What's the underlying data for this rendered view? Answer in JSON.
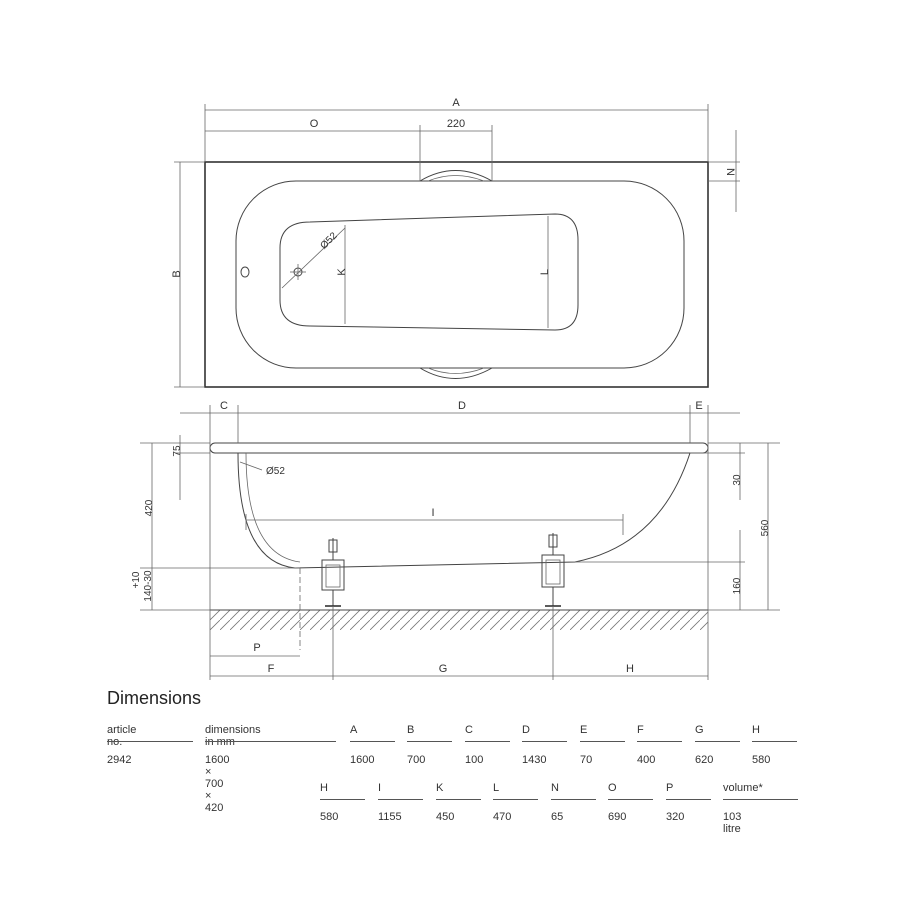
{
  "drawing": {
    "top_view": {
      "A": "A",
      "O": "O",
      "dim_220": "220",
      "B": "B",
      "N": "N",
      "K": "K",
      "L": "L",
      "diam": "Ø52"
    },
    "side_view": {
      "C": "C",
      "D": "D",
      "E": "E",
      "I": "I",
      "dim_75": "75",
      "dim_420": "420",
      "tol": "+10",
      "dim_140": "140-30",
      "dim_30": "30",
      "dim_560": "560",
      "dim_160": "160",
      "diam": "Ø52",
      "P": "P",
      "F": "F",
      "G": "G",
      "H": "H"
    }
  },
  "dimensions": {
    "title": "Dimensions",
    "row1": {
      "headers": [
        "article no.",
        "dimensions in mm",
        "A",
        "B",
        "C",
        "D",
        "E",
        "F",
        "G",
        "H"
      ],
      "values": [
        "2942",
        "1600 × 700 × 420",
        "1600",
        "700",
        "100",
        "1430",
        "70",
        "400",
        "620",
        "580"
      ]
    },
    "row2": {
      "headers": [
        "H",
        "I",
        "K",
        "L",
        "N",
        "O",
        "P",
        "volume*"
      ],
      "values": [
        "580",
        "1155",
        "450",
        "470",
        "65",
        "690",
        "320",
        "103 litre"
      ]
    }
  }
}
